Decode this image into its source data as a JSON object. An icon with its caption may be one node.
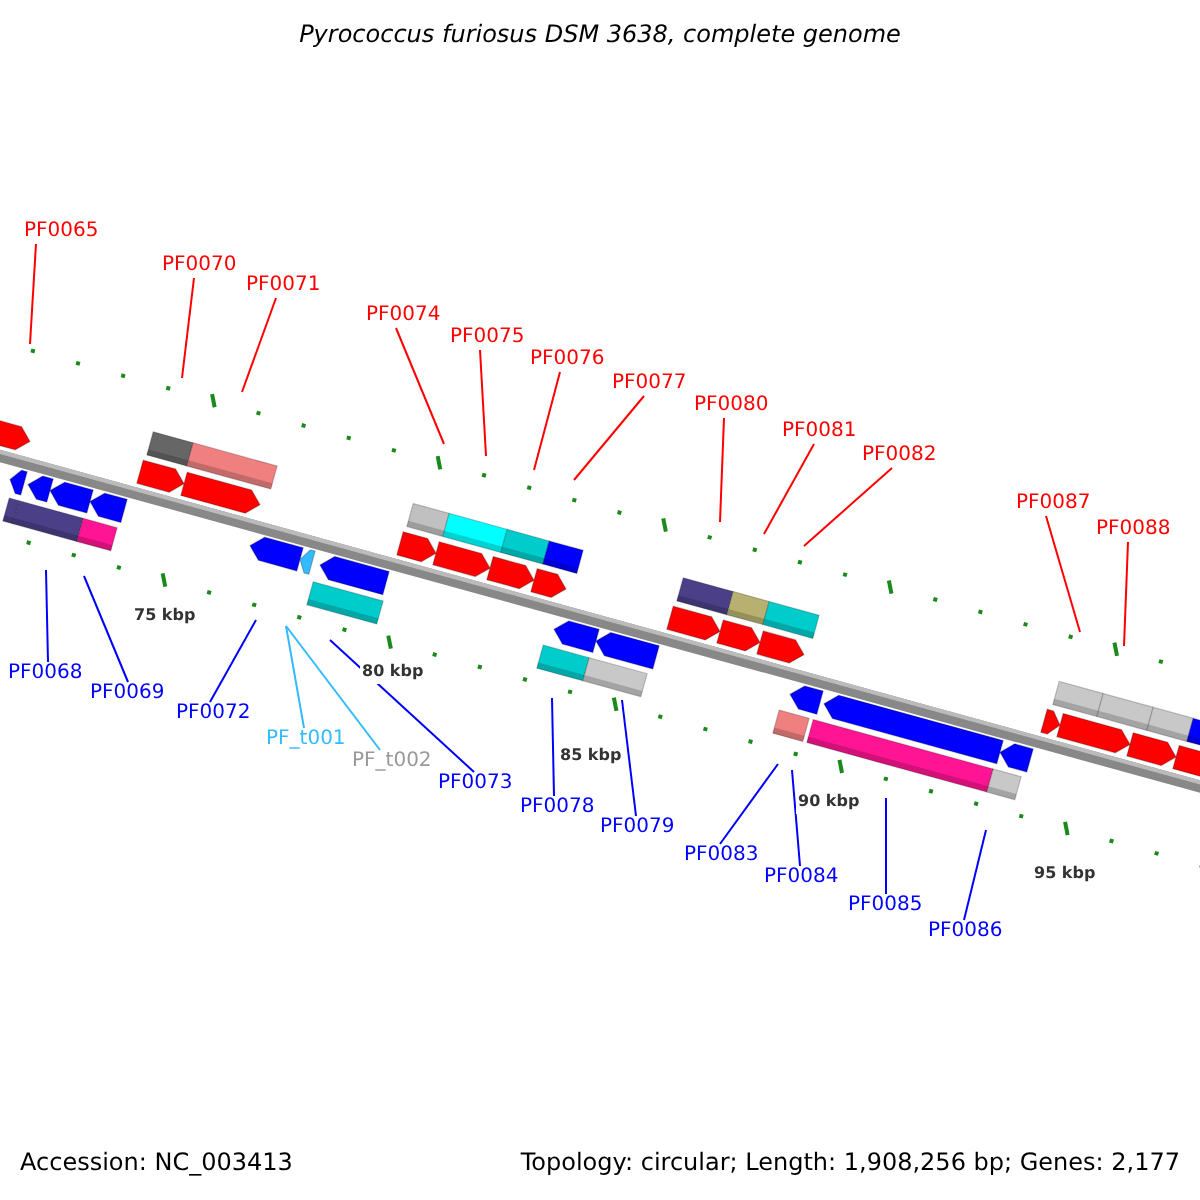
{
  "diagram": {
    "title": "Pyrococcus furiosus DSM 3638, complete genome",
    "nodes": [
      {
        "text": [
          "PF0065"
        ]
      },
      {
        "text": [
          "PF0070"
        ]
      },
      {
        "text": [
          "PF0071"
        ]
      },
      {
        "text": [
          "PF0074"
        ]
      },
      {
        "text": [
          "PF0075"
        ]
      },
      {
        "text": [
          "PF0076"
        ]
      },
      {
        "text": [
          "PF0077"
        ]
      },
      {
        "text": [
          "PF0080"
        ]
      },
      {
        "text": [
          "PF0081"
        ]
      },
      {
        "text": [
          "PF0082"
        ]
      },
      {
        "text": [
          "PF0087"
        ]
      },
      {
        "text": [
          "PF0088"
        ]
      },
      {
        "text": [
          "PF0068"
        ]
      },
      {
        "text": [
          "PF0069"
        ]
      },
      {
        "text": [
          "PF0072"
        ]
      },
      {
        "text": [
          "PF_t001"
        ]
      },
      {
        "text": [
          "PF_t002"
        ]
      },
      {
        "text": [
          "PF0073"
        ]
      },
      {
        "text": [
          "PF0078"
        ]
      },
      {
        "text": [
          "PF0079"
        ]
      },
      {
        "text": [
          "PF0083"
        ]
      },
      {
        "text": [
          "PF0084"
        ]
      },
      {
        "text": [
          "PF0085"
        ]
      },
      {
        "text": [
          "PF0086"
        ]
      }
    ],
    "edges": [
      {
        "from": 0,
        "to": null,
        "arrow": "none"
      },
      {
        "from": 1,
        "to": null,
        "arrow": "none"
      },
      {
        "from": 2,
        "to": null,
        "arrow": "none"
      },
      {
        "from": 3,
        "to": null,
        "arrow": "none"
      },
      {
        "from": 4,
        "to": null,
        "arrow": "none"
      },
      {
        "from": 5,
        "to": null,
        "arrow": "none"
      },
      {
        "from": 6,
        "to": null,
        "arrow": "none"
      },
      {
        "from": 7,
        "to": null,
        "arrow": "none"
      },
      {
        "from": 8,
        "to": null,
        "arrow": "none"
      },
      {
        "from": 9,
        "to": null,
        "arrow": "none"
      },
      {
        "from": 10,
        "to": null,
        "arrow": "none"
      },
      {
        "from": 11,
        "to": null,
        "arrow": "none"
      },
      {
        "from": 12,
        "to": null,
        "arrow": "none",
        "color": "#0000ff"
      },
      {
        "from": 13,
        "to": null,
        "arrow": "none",
        "color": "#0000ff"
      },
      {
        "from": 14,
        "to": null,
        "arrow": "none",
        "color": "#0000ff"
      },
      {
        "from": 15,
        "to": null,
        "arrow": "none",
        "color": "#33bbff"
      },
      {
        "from": 16,
        "to": null,
        "arrow": "none",
        "color": "#33bbff"
      },
      {
        "from": 17,
        "to": null,
        "arrow": "none",
        "color": "#0000ff"
      },
      {
        "from": 18,
        "to": null,
        "arrow": "none",
        "color": "#0000ff"
      },
      {
        "from": 19,
        "to": null,
        "arrow": "none",
        "color": "#0000ff"
      },
      {
        "from": 20,
        "to": null,
        "arrow": "none",
        "color": "#0000ff"
      },
      {
        "from": 21,
        "to": null,
        "arrow": "none",
        "color": "#0000ff"
      },
      {
        "from": 22,
        "to": null,
        "arrow": "none",
        "color": "#0000ff"
      },
      {
        "from": 23,
        "to": null,
        "arrow": "none",
        "color": "#0000ff"
      }
    ],
    "labels": [
      "75 kbp",
      "80 kbp",
      "85 kbp",
      "90 kbp",
      "95 kbp",
      "Accession: NC_003413",
      "Topology: circular; Length: 1,908,256 bp; Genes: 2,177"
    ]
  }
}
